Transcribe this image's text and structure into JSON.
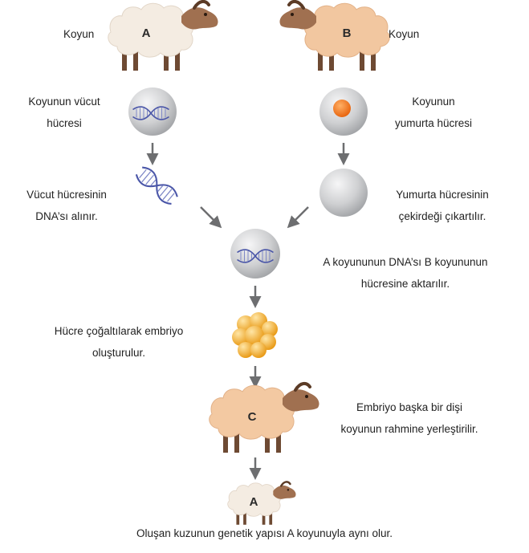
{
  "sheep": {
    "a_label": "Koyun",
    "a_letter": "A",
    "b_label": "Koyun",
    "b_letter": "B",
    "c_letter": "C",
    "lamb_letter": "A"
  },
  "steps": {
    "body_cell": "Koyunun vücut\nhücresi",
    "egg_cell": "Koyunun\nyumurta hücresi",
    "dna_taken": "Vücut hücresinin\nDNA’sı alınır.",
    "nucleus_removed": "Yumurta hücresinin\nçekirdeği çıkartılır.",
    "dna_transferred": "A koyununun DNA’sı B koyununun\nhücresine aktarılır.",
    "embryo_formed": "Hücre çoğaltılarak embriyo\noluşturulur.",
    "embryo_placed": "Embriyo başka bir dişi\nkoyunun rahmine yerleştirilir.",
    "conclusion": "Oluşan kuzunun genetik yapısı A koyunuyla aynı olur."
  },
  "colors": {
    "sheep_a_wool": "#f4ece2",
    "sheep_b_wool": "#f2c7a0",
    "sheep_c_wool": "#f3c9a2",
    "sheep_head": "#a07050",
    "sheep_legs": "#6e4a33",
    "cell_gray": "#cfd0d2",
    "nucleus_orange": "#ef7420",
    "dna_blue": "#4a56a8",
    "arrow_gray": "#6d6e70",
    "embryo_orange": "#f5a623"
  }
}
